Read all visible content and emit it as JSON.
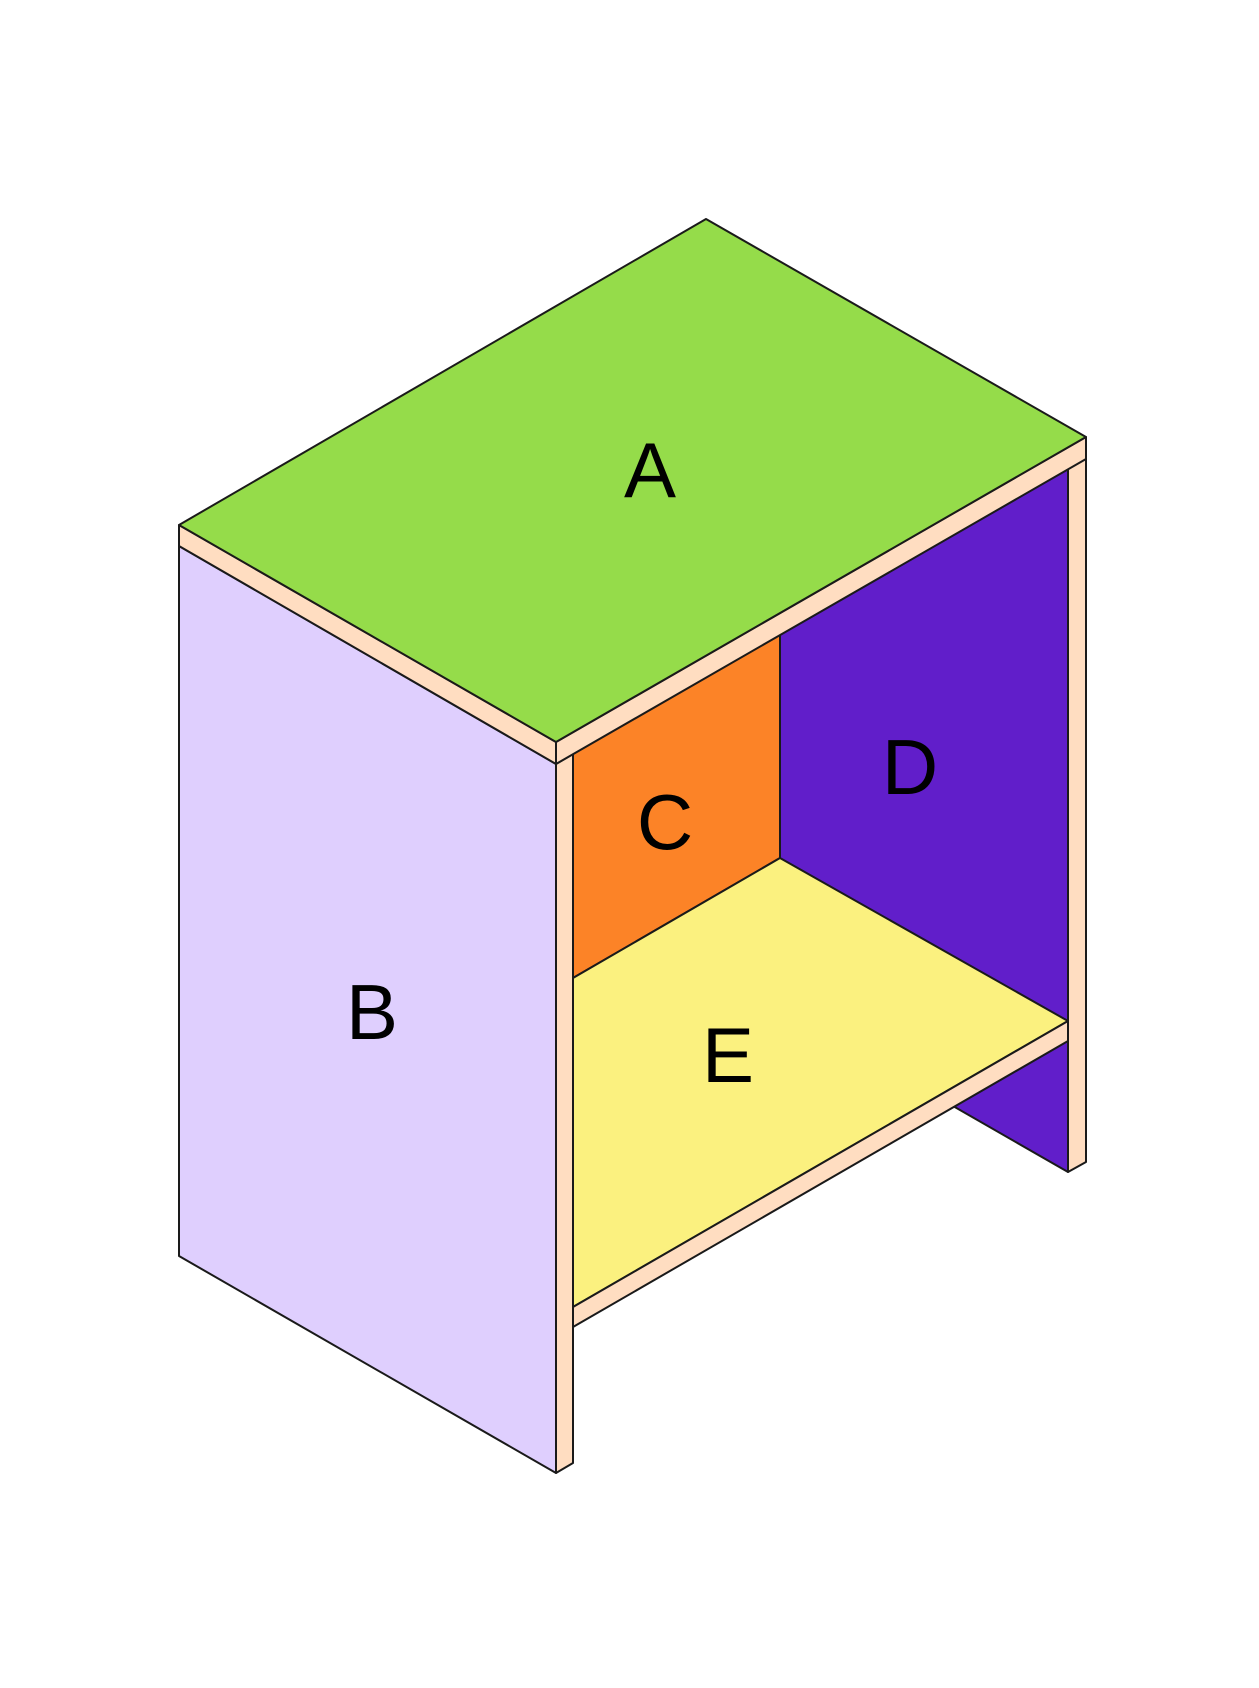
{
  "colors": {
    "panel_a": "#95DC4A",
    "panel_b": "#DFCFFE",
    "panel_c": "#FC8327",
    "panel_d": "#611ECA",
    "panel_e": "#FBF17F",
    "edge": "#FFDDC1",
    "outline": "#1A1A1A",
    "background": "#FFFFFF"
  },
  "panels": {
    "a": {
      "label": "A",
      "name": "top-panel"
    },
    "b": {
      "label": "B",
      "name": "left-side-panel"
    },
    "c": {
      "label": "C",
      "name": "back-panel"
    },
    "d": {
      "label": "D",
      "name": "right-side-panel"
    },
    "e": {
      "label": "E",
      "name": "bottom-shelf-panel"
    }
  }
}
